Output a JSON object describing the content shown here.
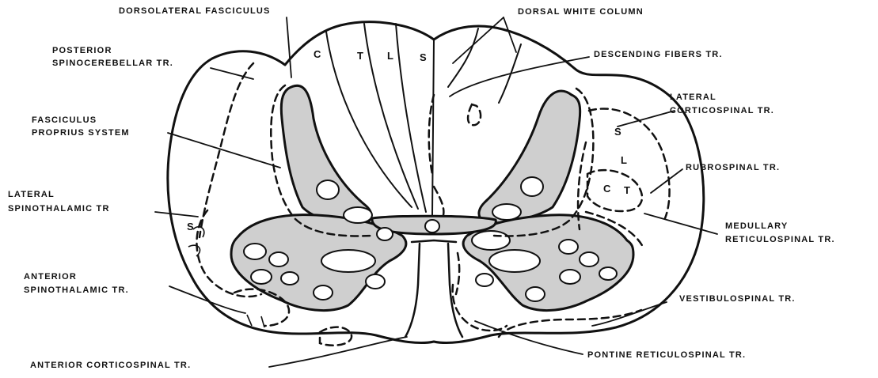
{
  "labels": {
    "dorsolateral_fasciculus": "DORSOLATERAL FASCICULUS",
    "dorsal_white_column": "DORSAL WHITE COLUMN",
    "posterior_spinocerebellar_1": "POSTERIOR",
    "posterior_spinocerebellar_2": "SPINOCEREBELLAR TR.",
    "descending_fibers": "DESCENDING FIBERS TR.",
    "lateral_corticospinal_1": "LATERAL",
    "lateral_corticospinal_2": "CORTICOSPINAL TR.",
    "fasciculus_proprius_1": "FASCICULUS",
    "fasciculus_proprius_2": "PROPRIUS SYSTEM",
    "rubrospinal": "RUBROSPINAL TR.",
    "lateral_spinothalamic_1": "LATERAL",
    "lateral_spinothalamic_2": "SPINOTHALAMIC TR",
    "medullary_reticulospinal_1": "MEDULLARY",
    "medullary_reticulospinal_2": "RETICULOSPINAL TR.",
    "anterior_spinothalamic_1": "ANTERIOR",
    "anterior_spinothalamic_2": "SPINOTHALAMIC TR.",
    "vestibulospinal": "VESTIBULOSPINAL TR.",
    "anterior_corticospinal": "ANTERIOR CORTICOSPINAL TR.",
    "pontine_reticulospinal": "PONTINE RETICULOSPINAL TR."
  },
  "zone_letters": {
    "dorsal_c": "C",
    "dorsal_t": "T",
    "dorsal_l": "L",
    "dorsal_s": "S",
    "lat_s": "S",
    "lat_l": "L",
    "lat_c": "C",
    "lat_t": "T",
    "spino_s": "S"
  },
  "colors": {
    "ink": "#111111",
    "paper": "#ffffff",
    "gray_matter": "#cfcfcf"
  }
}
